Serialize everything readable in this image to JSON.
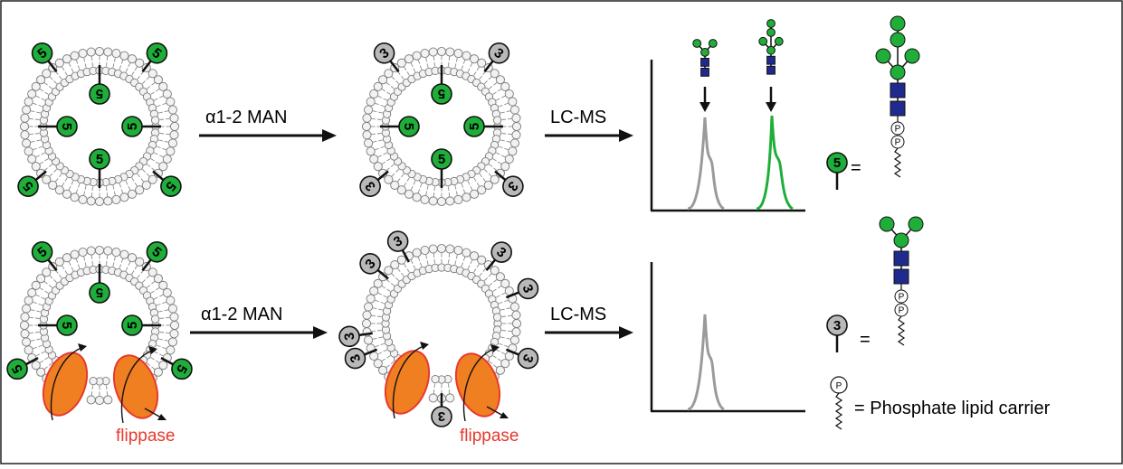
{
  "labels": {
    "enzyme": "α1-2 MAN",
    "analysis": "LC-MS",
    "flippase": "flippase",
    "equals": "=",
    "phosphate": "P",
    "phosphate_legend": "= Phosphate lipid carrier"
  },
  "glycans": {
    "m5": {
      "number": "5",
      "color": "#1fae3a"
    },
    "m3": {
      "number": "3",
      "color": "#b9b9b9"
    }
  },
  "colors": {
    "mannose": "#1fae3a",
    "glcnac": "#1f2a8f",
    "flippase": "#f07f22",
    "flippase_edge": "#e8392d",
    "peak_m3": "#9a9a9a",
    "peak_m5": "#1fae3a"
  },
  "chromatograms": [
    {
      "panel": "top",
      "peaks": [
        "Man3",
        "Man5"
      ]
    },
    {
      "panel": "bottom",
      "peaks": [
        "Man3"
      ]
    }
  ]
}
